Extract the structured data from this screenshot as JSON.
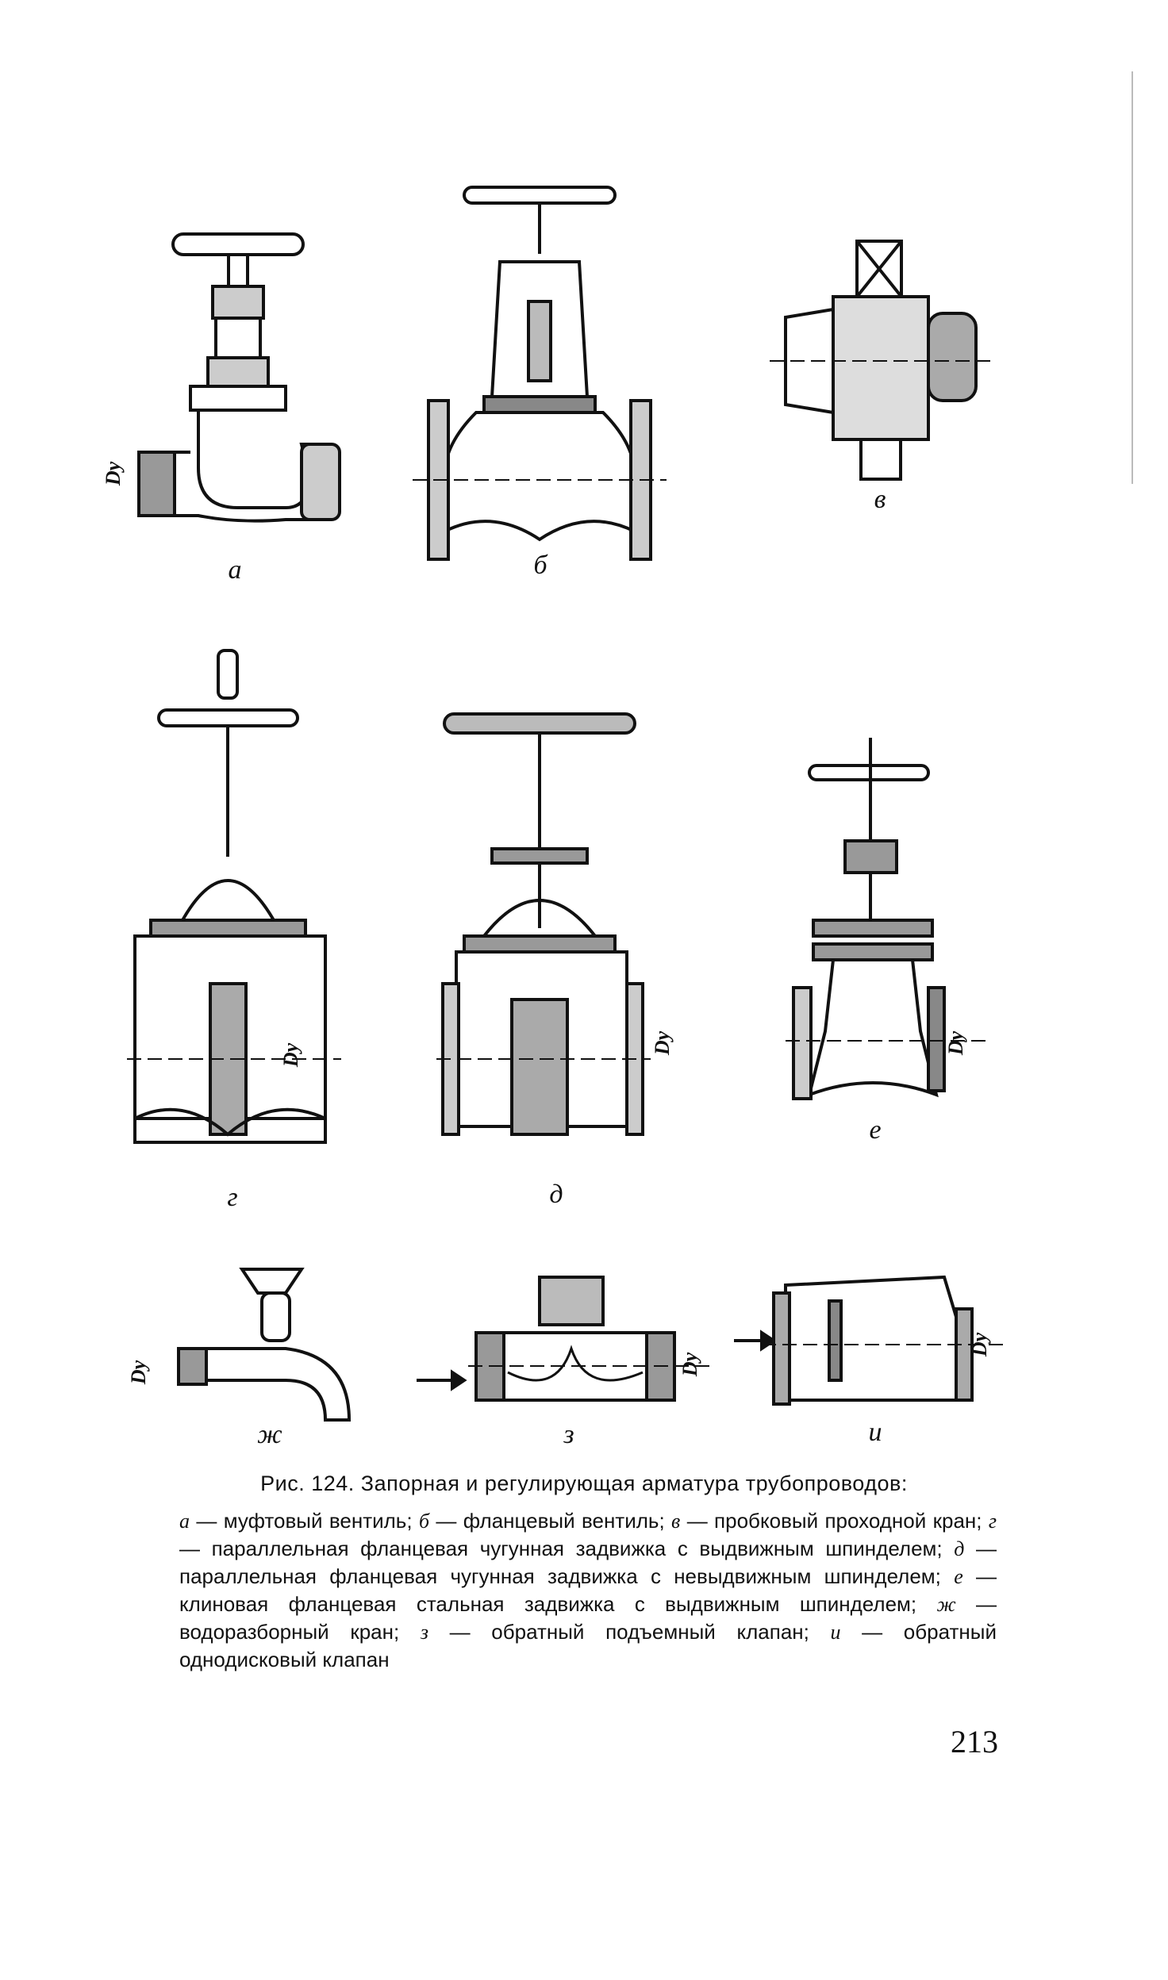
{
  "figure": {
    "dimension_label": "Dу",
    "labels": {
      "a": "а",
      "b": "б",
      "v": "в",
      "g": "г",
      "d": "д",
      "e": "е",
      "zh": "ж",
      "z": "з",
      "i": "и"
    }
  },
  "caption": {
    "title": "Рис. 124. Запорная и регулирующая арматура трубопроводов:",
    "items": [
      {
        "key": "а",
        "text": "— муфтовый вентиль;"
      },
      {
        "key": "б",
        "text": "— фланцевый вентиль;"
      },
      {
        "key": "в",
        "text": "— пробковый проходной кран;"
      },
      {
        "key": "г",
        "text": "— параллельная фланцевая чугунная задвижка с выдвижным шпинделем;"
      },
      {
        "key": "д",
        "text": "— параллельная фланцевая чугунная задвижка с невыдвижным шпинделем;"
      },
      {
        "key": "е",
        "text": "— клиновая фланцевая стальная задвижка с выдвижным шпинделем;"
      },
      {
        "key": "ж",
        "text": "— водоразборный кран;"
      },
      {
        "key": "з",
        "text": "— обратный подъемный клапан;"
      },
      {
        "key": "и",
        "text": "— обратный однодисковый клапан"
      }
    ]
  },
  "page_number": "213"
}
